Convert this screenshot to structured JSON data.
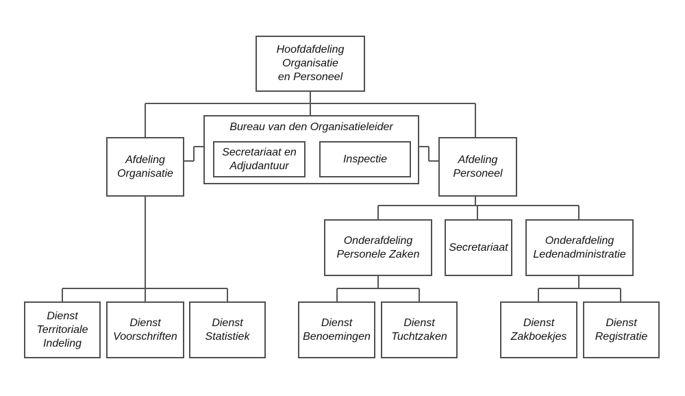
{
  "chart": {
    "top": "Hoofdafdeling\nOrganisatie\nen Personeel",
    "bureau": {
      "title": "Bureau van den Organisatieleider",
      "secretariaat": "Secretariaat en\nAdjudantuur",
      "inspectie": "Inspectie"
    },
    "afdeling_organisatie": "Afdeling\nOrganisatie",
    "afdeling_personeel": "Afdeling\nPersoneel",
    "dienst_territoriale": "Dienst\nTerritoriale\nIndeling",
    "dienst_voorschriften": "Dienst\nVoorschriften",
    "dienst_statistiek": "Dienst\nStatistiek",
    "onderafdeling_personele": "Onderafdeling\nPersonele Zaken",
    "secretariaat": "Secretariaat",
    "onderafdeling_leden": "Onderafdeling\nLedenadministratie",
    "dienst_benoemingen": "Dienst\nBenoemingen",
    "dienst_tuchtzaken": "Dienst\nTuchtzaken",
    "dienst_zakboekjes": "Dienst\nZakboekjes",
    "dienst_registratie": "Dienst\nRegistratie"
  }
}
